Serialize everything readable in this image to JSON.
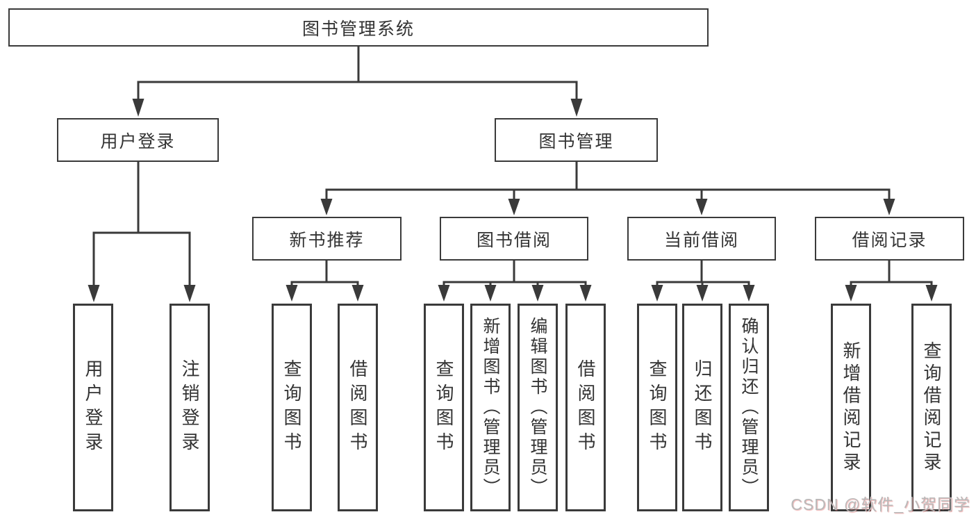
{
  "tree": {
    "label": "图书管理系统",
    "children": [
      {
        "label": "用户登录",
        "children": [
          {
            "label": "用户登录"
          },
          {
            "label": "注销登录"
          }
        ]
      },
      {
        "label": "图书管理",
        "children": [
          {
            "label": "新书推荐",
            "children": [
              {
                "label": "查询图书"
              },
              {
                "label": "借阅图书"
              }
            ]
          },
          {
            "label": "图书借阅",
            "children": [
              {
                "label": "查询图书"
              },
              {
                "label": "新增图书（管理员）"
              },
              {
                "label": "编辑图书（管理员）"
              },
              {
                "label": "借阅图书"
              }
            ]
          },
          {
            "label": "当前借阅",
            "children": [
              {
                "label": "查询图书"
              },
              {
                "label": "归还图书"
              },
              {
                "label": "确认归还（管理员）"
              }
            ]
          },
          {
            "label": "借阅记录",
            "children": [
              {
                "label": "新增借阅记录"
              },
              {
                "label": "查询借阅记录"
              }
            ]
          }
        ]
      }
    ]
  },
  "watermark": "CSDN @软件_小贺同学",
  "colors": {
    "line": "#3a3a3a",
    "text": "#333333",
    "watermark": "#b9b9b9"
  }
}
